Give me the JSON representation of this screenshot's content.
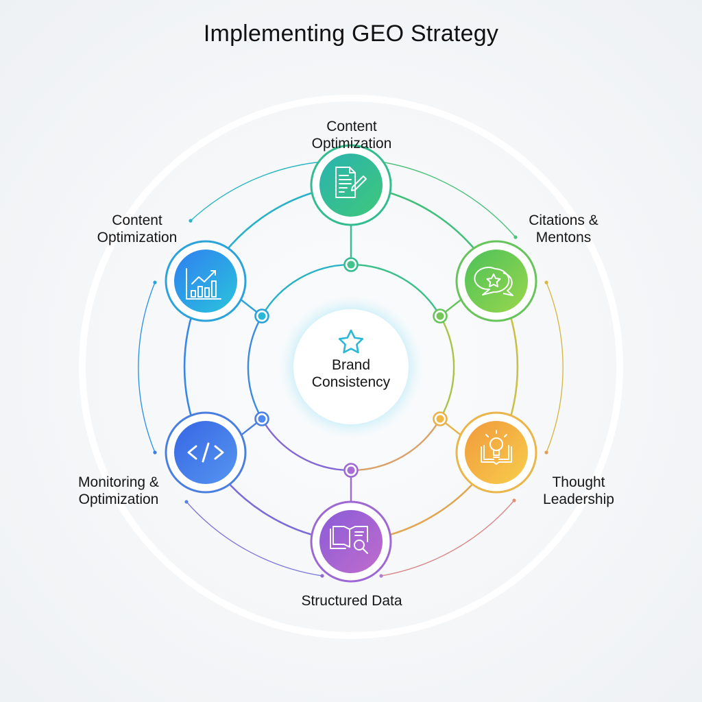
{
  "title": "Implementing GEO Strategy",
  "center": {
    "label_line1": "Brand",
    "label_line2": "Consistency",
    "icon": "star-icon",
    "color": "#2bb7d6"
  },
  "nodes": [
    {
      "id": "top",
      "line1": "Content",
      "line2": "Optimization",
      "icon": "document-edit-icon",
      "color_a": "#2ab3b0",
      "color_b": "#3cc47c",
      "ring": "#33bd8e"
    },
    {
      "id": "upper-right",
      "line1": "Citations &",
      "line2": "Mentons",
      "icon": "chat-star-icon",
      "color_a": "#4cc25a",
      "color_b": "#8fd44a",
      "ring": "#66c45a"
    },
    {
      "id": "lower-right",
      "line1": "Thought",
      "line2": "Leadership",
      "icon": "lightbulb-book-icon",
      "color_a": "#f2a23c",
      "color_b": "#f7c84a",
      "ring": "#eab549"
    },
    {
      "id": "bottom",
      "line1": "Structured Data",
      "line2": "",
      "icon": "book-search-icon",
      "color_a": "#8b5fd6",
      "color_b": "#b46ad0",
      "ring": "#9d68d4"
    },
    {
      "id": "lower-left",
      "line1": "Monitoring &",
      "line2": "Optimization",
      "icon": "code-icon",
      "color_a": "#3a6fe6",
      "color_b": "#4f8ef0",
      "ring": "#4a7fe0"
    },
    {
      "id": "upper-left",
      "line1": "Content",
      "line2": "Optimization",
      "icon": "chart-growth-icon",
      "color_a": "#2f8ff0",
      "color_b": "#2bbde0",
      "ring": "#2aa3da"
    }
  ]
}
